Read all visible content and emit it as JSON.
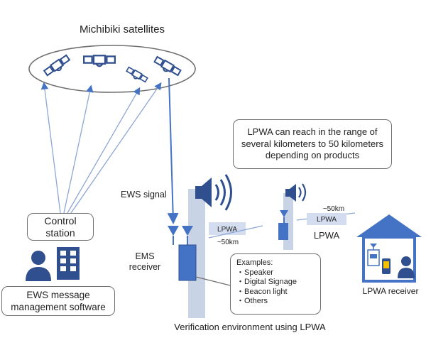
{
  "labels": {
    "satellites": "Michibiki satellites",
    "ews_signal": "EWS signal",
    "ems_receiver_line1": "EMS",
    "ems_receiver_line2": "receiver",
    "lpwa_tag": "LPWA",
    "range_left": "~50km",
    "range_right": "~50km",
    "lpwa_link": "LPWA",
    "lpwa_receiver": "LPWA receiver",
    "caption": "Verification environment using LPWA"
  },
  "control_station": {
    "line1": "Control",
    "line2": "station"
  },
  "software": {
    "line1": "EWS message",
    "line2": "management software"
  },
  "callout": {
    "line1": "LPWA can reach in the range of",
    "line2": "several kilometers to 50 kilometers",
    "line3": "depending on products"
  },
  "examples": {
    "title": "Examples:",
    "items": [
      "・Speaker",
      "・Digital Signage",
      "・Beacon light",
      "・Others"
    ]
  },
  "colors": {
    "accent": "#4472c4",
    "dark_accent": "#2f4f8f",
    "tower": "#c9d3e6",
    "signal_tag": "#d4ddef",
    "outline": "#6f6f6f"
  },
  "icons": [
    "satellite-icon",
    "speaker-icon",
    "antenna-icon",
    "person-icon",
    "building-icon",
    "house-icon",
    "warning-icon"
  ]
}
